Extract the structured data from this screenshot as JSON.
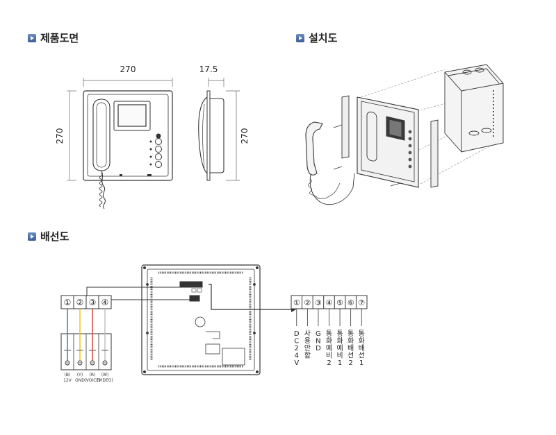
{
  "sections": {
    "drawing": "제품도면",
    "install": "설치도",
    "wiring": "배선도"
  },
  "dims": {
    "front_width": "270",
    "front_height": "270",
    "side_depth": "17.5",
    "side_height": "270"
  },
  "left_terminal": {
    "numbers": [
      "①",
      "②",
      "③",
      "④"
    ],
    "wire_codes": [
      "(B)",
      "(Y)",
      "(R)",
      "(W)"
    ],
    "wire_names": [
      "12V",
      "GND",
      "(VOICE)",
      "(VIDEO)"
    ],
    "wire_colors": [
      "#3f6fb8",
      "#e8c400",
      "#d23a2a",
      "#bbbbbb"
    ]
  },
  "right_terminal": {
    "numbers": [
      "①",
      "②",
      "③",
      "④",
      "⑤",
      "⑥",
      "⑦"
    ],
    "labels": [
      [
        "D",
        "C",
        "2",
        "4",
        "V"
      ],
      [
        "사",
        "용",
        "안",
        "함"
      ],
      [
        "G",
        "N",
        "D"
      ],
      [
        "통",
        "화",
        "예",
        "비",
        "2"
      ],
      [
        "통",
        "화",
        "예",
        "비",
        "1"
      ],
      [
        "통",
        "화",
        "배",
        "선",
        "2"
      ],
      [
        "통",
        "화",
        "배",
        "선",
        "1"
      ]
    ]
  }
}
